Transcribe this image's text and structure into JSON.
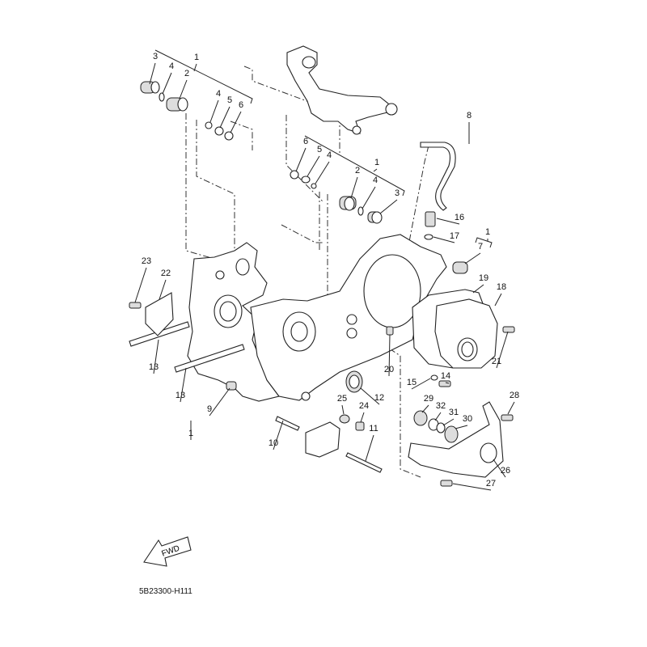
{
  "diagram": {
    "callouts": [
      "3",
      "4",
      "2",
      "1",
      "4",
      "5",
      "6",
      "6",
      "5",
      "4",
      "1",
      "2",
      "4",
      "3",
      "8",
      "16",
      "17",
      "1",
      "7",
      "19",
      "18",
      "21",
      "20",
      "15",
      "14",
      "12",
      "25",
      "24",
      "11",
      "29",
      "32",
      "31",
      "30",
      "28",
      "26",
      "27",
      "23",
      "22",
      "13",
      "13",
      "9",
      "1",
      "10"
    ],
    "direction_marker": "FWD",
    "drawing_code": "5B23300-H111"
  }
}
